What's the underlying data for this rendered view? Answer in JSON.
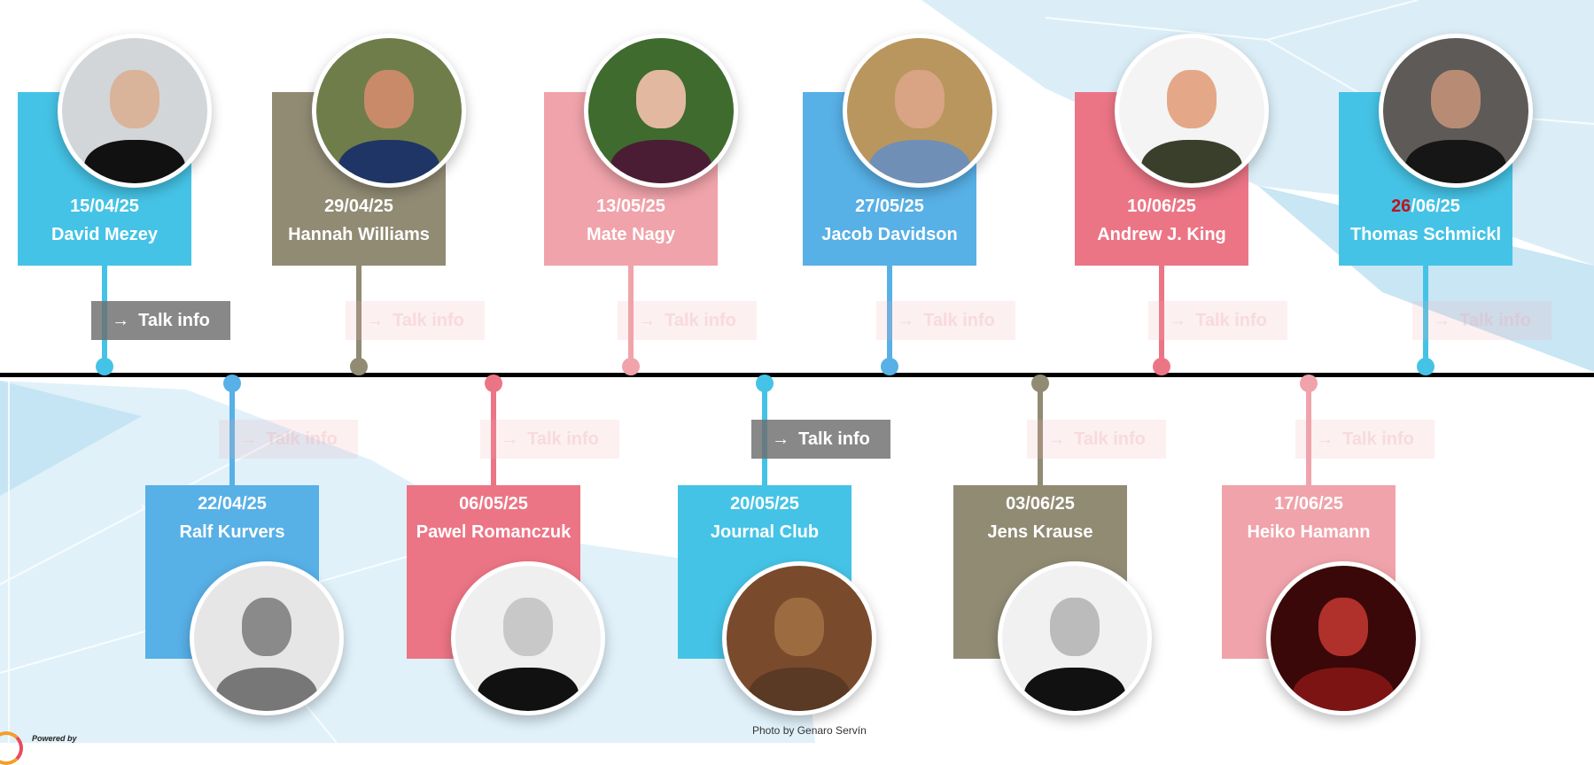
{
  "colors": {
    "cyan": "#45c3e6",
    "blue": "#57b0e6",
    "taupe": "#918b74",
    "lightpink": "#f0a3aa",
    "rose": "#ec7585",
    "date_highlight": "#c0121c"
  },
  "talk_info_label": "Talk info",
  "arrow_icon": "→",
  "top_events": [
    {
      "date": "15/04/25",
      "name": "David Mezey",
      "color": "#45c3e6",
      "button_active": true,
      "skin": "#d9b49a",
      "shirt": "#111",
      "bg": "#d3d6d8"
    },
    {
      "date": "29/04/25",
      "name": "Hannah Williams",
      "color": "#918b74",
      "button_active": false,
      "skin": "#c98a6a",
      "shirt": "#1f3566",
      "bg": "#6f7d4a"
    },
    {
      "date": "13/05/25",
      "name": "Mate Nagy",
      "color": "#f0a3aa",
      "button_active": false,
      "skin": "#e3b8a0",
      "shirt": "#4b1d35",
      "bg": "#3f6b2e"
    },
    {
      "date": "27/05/25",
      "name": "Jacob Davidson",
      "color": "#57b0e6",
      "button_active": false,
      "skin": "#d8a484",
      "shirt": "#6f8fb6",
      "bg": "#b8965e"
    },
    {
      "date": "10/06/25",
      "name": "Andrew J. King",
      "color": "#ec7585",
      "button_active": false,
      "skin": "#e4a888",
      "shirt": "#3a3f2c",
      "bg": "#f4f4f4"
    },
    {
      "date_highlight": "26",
      "date_rest": "/06/25",
      "name": "Thomas Schmickl",
      "color": "#45c3e6",
      "button_active": false,
      "skin": "#b88c74",
      "shirt": "#161616",
      "bg": "#5d5a58"
    }
  ],
  "bottom_events": [
    {
      "date": "22/04/25",
      "name": "Ralf Kurvers",
      "color": "#57b0e6",
      "button_active": false,
      "skin": "#8a8a8a",
      "shirt": "#777",
      "bg": "#e6e6e6"
    },
    {
      "date": "06/05/25",
      "name": "Pawel Romanczuk",
      "color": "#ec7585",
      "button_active": false,
      "skin": "#c8c8c8",
      "shirt": "#111",
      "bg": "#efefef"
    },
    {
      "date": "20/05/25",
      "name": "Journal Club",
      "color": "#45c3e6",
      "button_active": true,
      "skin": "#9c6b3f",
      "shirt": "#5a3a24",
      "bg": "#7a4a2c"
    },
    {
      "date": "03/06/25",
      "name": "Jens Krause",
      "color": "#918b74",
      "button_active": false,
      "skin": "#bbbbbb",
      "shirt": "#111",
      "bg": "#f1f1f1"
    },
    {
      "date": "17/06/25",
      "name": "Heiko Hamann",
      "color": "#f0a3aa",
      "button_active": false,
      "skin": "#b0302c",
      "shirt": "#7d1414",
      "bg": "#3a0808"
    }
  ],
  "photo_credit": "Photo by Genaro Servín",
  "powered_by": "Powered by"
}
